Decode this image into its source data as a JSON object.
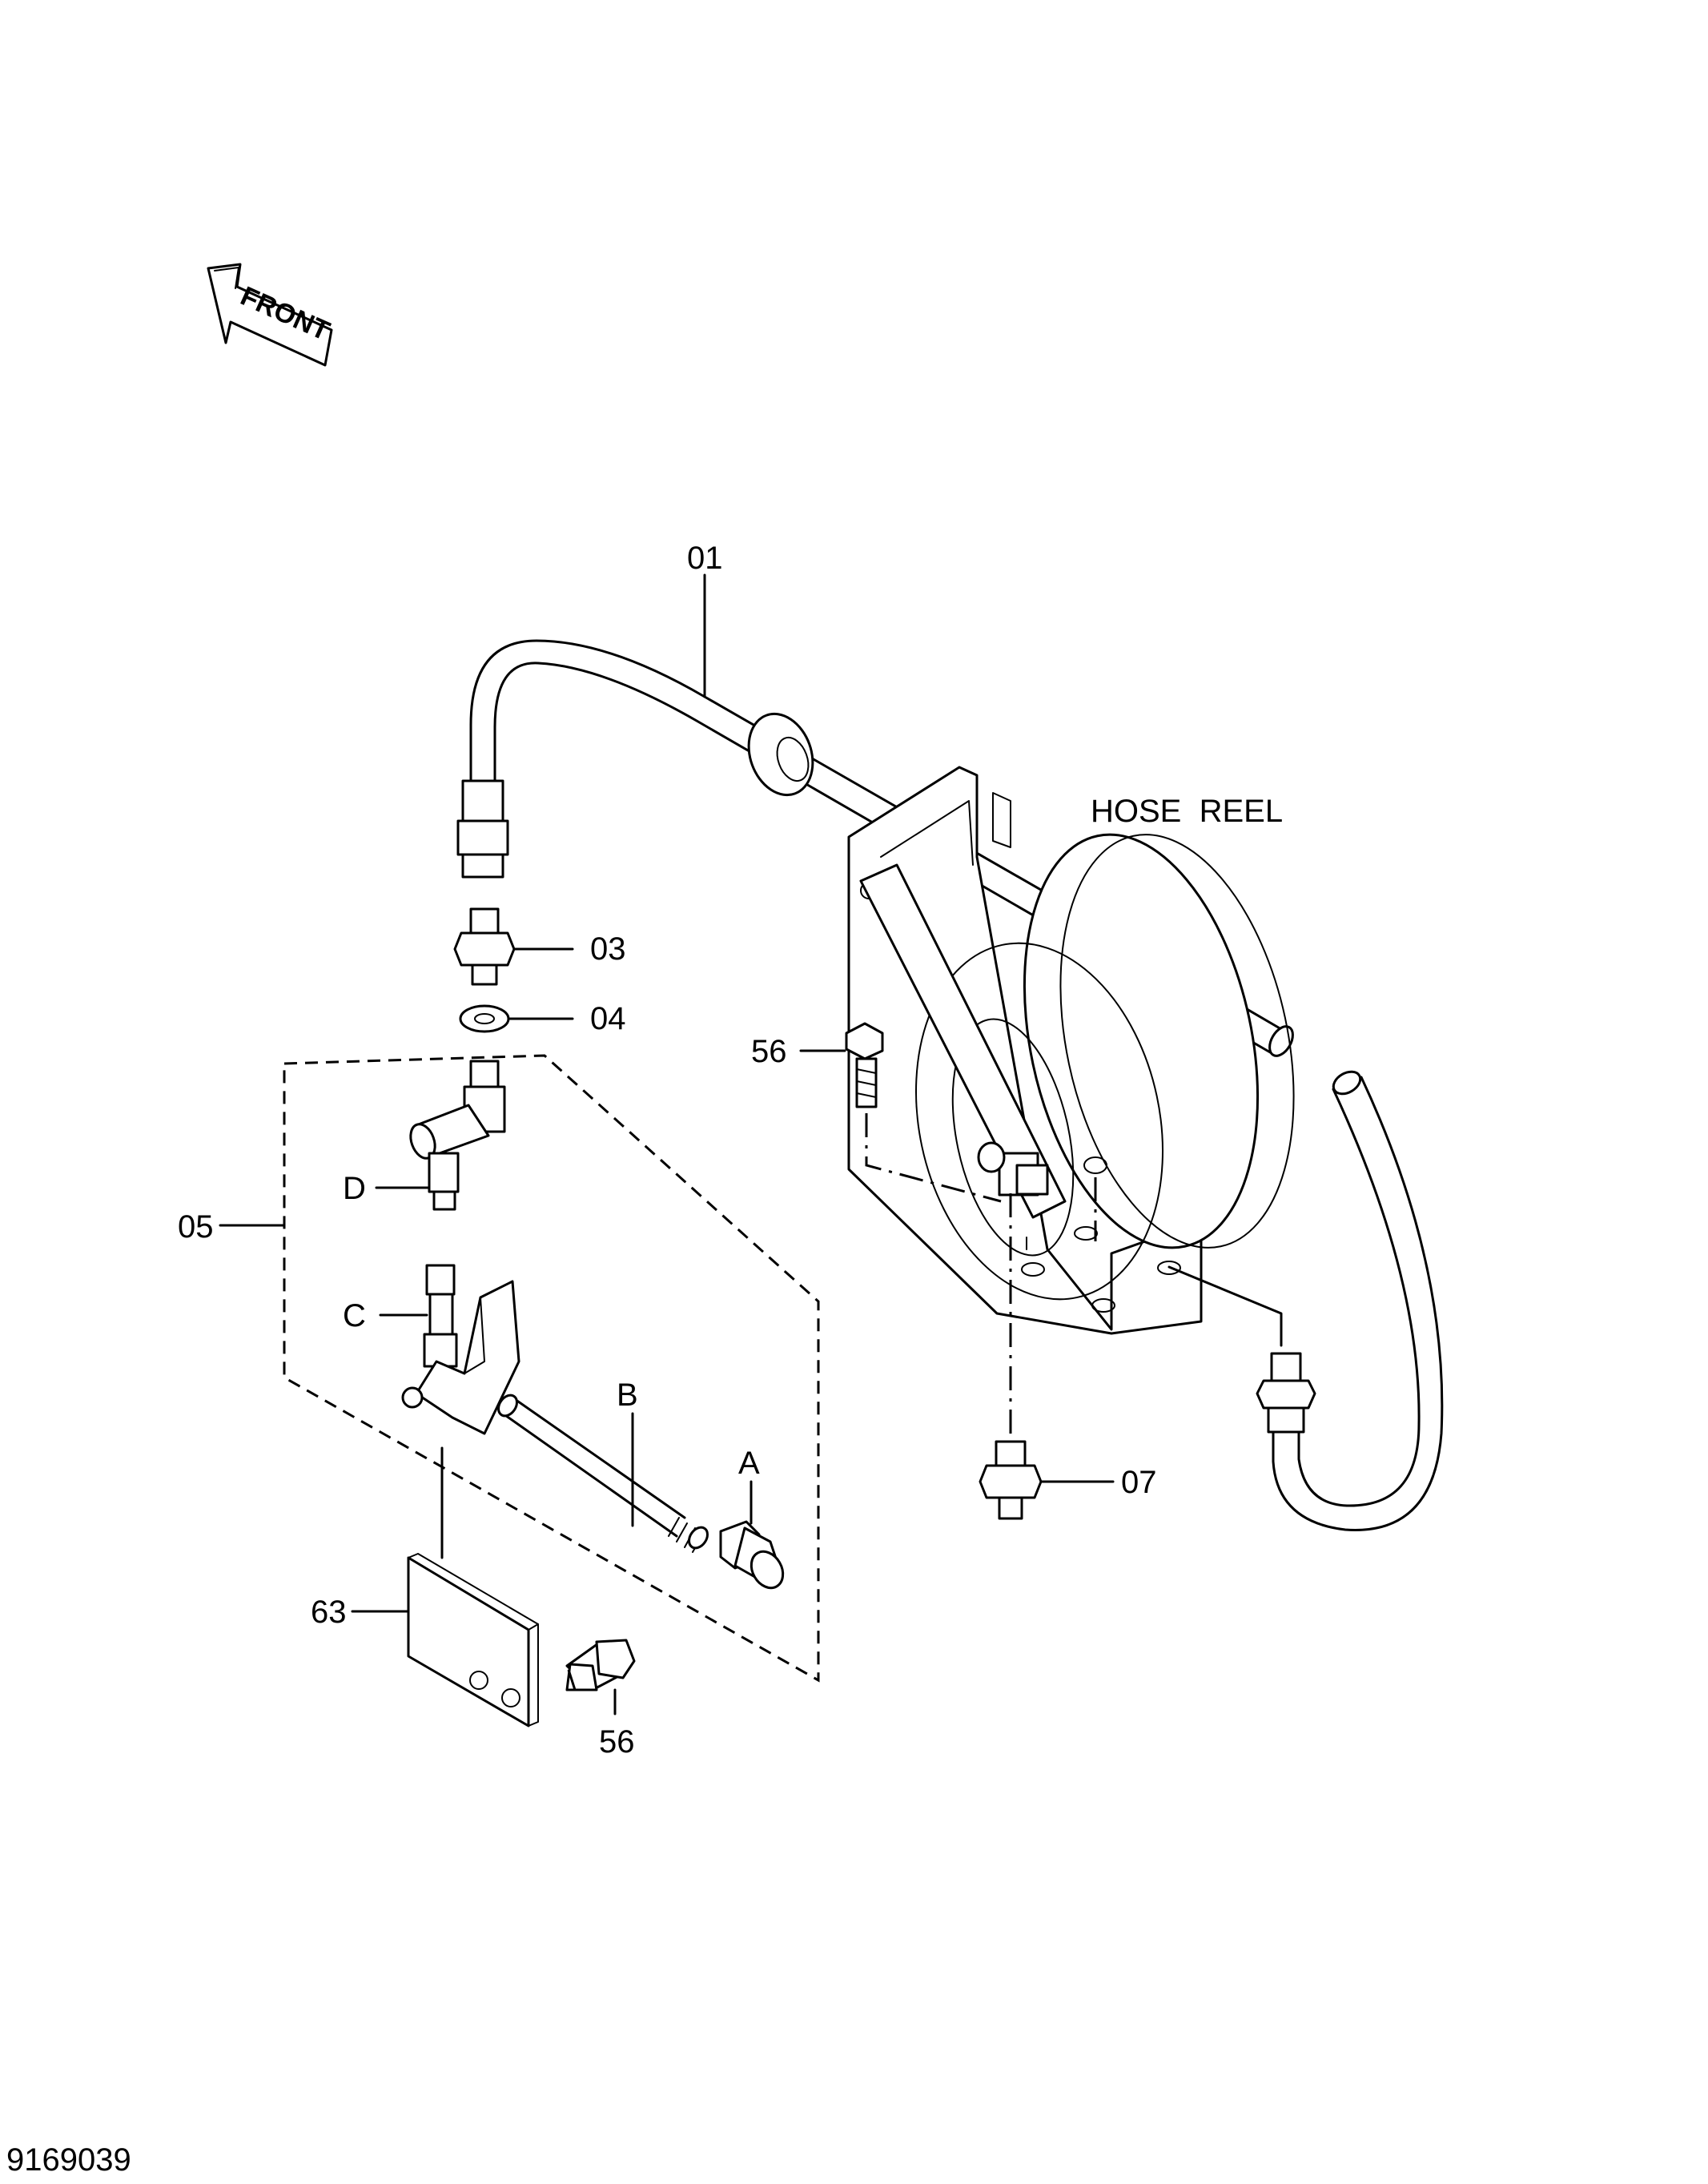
{
  "diagram": {
    "front_arrow_label": "FRONT",
    "assembly_label": "HOSE  REEL",
    "figure_number": "9169039",
    "callouts": {
      "p01": "01",
      "p03": "03",
      "p04": "04",
      "p05": "05",
      "p07": "07",
      "p56a": "56",
      "p56b": "56",
      "p63": "63",
      "a": "A",
      "b": "B",
      "c": "C",
      "d": "D"
    }
  }
}
